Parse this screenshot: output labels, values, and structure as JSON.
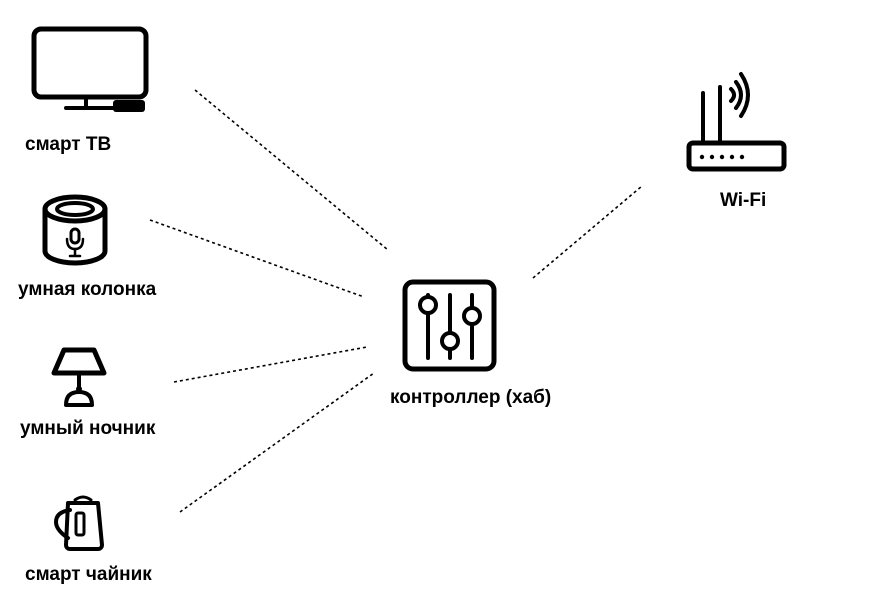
{
  "diagram": {
    "hub": {
      "label": "контроллер (хаб)",
      "icon": "sliders-icon"
    },
    "wifi": {
      "label": "Wi-Fi",
      "icon": "router-icon"
    },
    "devices": [
      {
        "label": "смарт ТВ",
        "icon": "tv-icon"
      },
      {
        "label": "умная колонка",
        "icon": "smart-speaker-icon"
      },
      {
        "label": "умный ночник",
        "icon": "lamp-icon"
      },
      {
        "label": "смарт чайник",
        "icon": "kettle-icon"
      }
    ],
    "line_color": "#000000"
  }
}
